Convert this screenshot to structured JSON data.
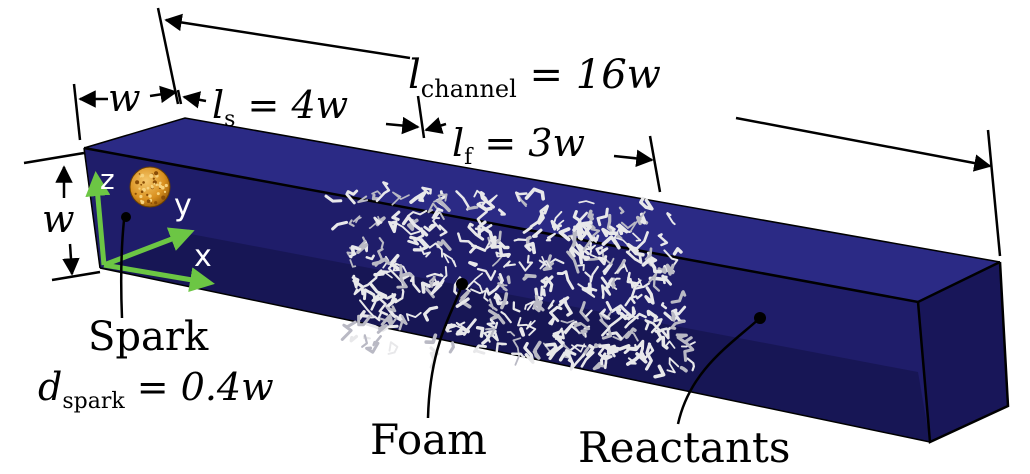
{
  "dimensions": {
    "w_label": "w",
    "ls_sym": "l",
    "ls_sub": "s",
    "ls_eq": " = 4w",
    "lchannel_sym": "l",
    "lchannel_sub": "channel",
    "lchannel_eq": " = 16w",
    "lf_sym": "l",
    "lf_sub": "f",
    "lf_eq": " = 3w",
    "height_label": "w"
  },
  "axes": {
    "x": "x",
    "y": "y",
    "z": "z"
  },
  "labels": {
    "spark": "Spark",
    "dspark_sym": "d",
    "dspark_sub": "spark",
    "dspark_eq": " = 0.4w",
    "foam": "Foam",
    "reactants": "Reactants"
  },
  "colors": {
    "channel_front": "#1d1b63",
    "channel_top": "#2b2a85",
    "channel_end": "#161450",
    "axis_arrows": "#6cc644",
    "spark": "#e6a23a",
    "foam": "#e8e8ea"
  }
}
